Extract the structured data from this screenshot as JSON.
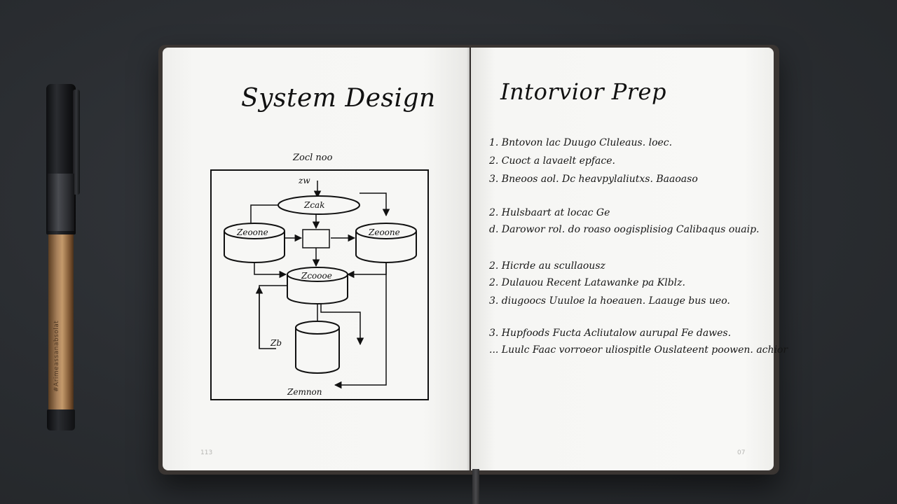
{
  "pen": {
    "barrel_text": "#Arimeassanabsolat"
  },
  "left_page": {
    "title": "System Design",
    "page_number": "113",
    "diagram": {
      "top_label": "Zocl noo",
      "arrow_label": "zw",
      "nodes": {
        "top_ellipse": "Zcak",
        "left_cylinder": "Zeoone",
        "right_cylinder": "Zeoone",
        "center_cylinder": "Zcoooe",
        "small_label": "Zb"
      },
      "bottom_label": "Zemnon"
    }
  },
  "right_page": {
    "title": "Intorvior Prep",
    "page_number": "07",
    "notes": [
      "1. Bntovon lac Duugo Cluleaus. loec.",
      "2. Cuoct  a lavaelt epface.",
      "3. Bneoos aol. Dc heavpylaliutxs. Baaoaso",
      "2. Hulsbaart at locac Ge",
      "d. Darowor rol. do roaso oogisplisiog Calibaqus ouaip.",
      "2. Hicrde au scullaousz",
      "2. Dulauou Recent Latawanke pa Klblz.",
      "3. diugoocs Uuuloe la hoeauen. Laauge bus ueo.",
      "3. Hupfoods Fucta Acliutalow aurupal Fe dawes.",
      "... Luulc  Faac vorroeor uliospitle Ouslateent poowen. achior"
    ]
  }
}
